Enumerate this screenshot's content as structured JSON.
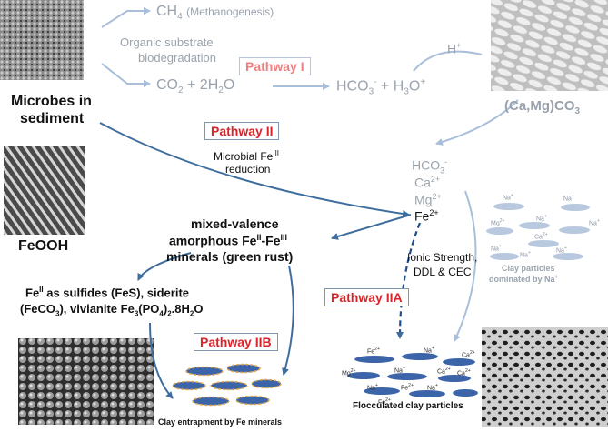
{
  "pathways": {
    "p1": "Pathway I",
    "p2": "Pathway II",
    "p2a": "Pathway IIA",
    "p2b": "Pathway IIB"
  },
  "labels": {
    "methanogenesis_ch": "CH",
    "methanogenesis_sub": "4",
    "methanogenesis_text": "(Methanogenesis)",
    "organic_line1": "Organic substrate",
    "organic_line2": "biodegradation",
    "co2_eq": "CO",
    "co2_sub": "2",
    "co2_rest": "+ 2H",
    "h2o_sub": "2",
    "h2o_end": "O",
    "hco3": "HCO",
    "hco3_sub": "3",
    "hco3_sup": "-",
    "h3o": "+ H",
    "h3o_sub": "3",
    "h3o_end": "O",
    "h3o_sup": "+",
    "h_plus": "H",
    "h_plus_sup": "+",
    "camg": "(Ca,Mg)CO",
    "camg_sub": "3",
    "microbes_line1": "Microbes in",
    "microbes_line2": "sediment",
    "fe_red_line1": "Microbial Fe",
    "fe_red_sup": "III",
    "fe_red_line2": "reduction",
    "ion_hco3": "HCO",
    "ion_hco3_sub": "3",
    "ion_hco3_sup": "-",
    "ion_ca": "Ca",
    "ion_ca_sup": "2+",
    "ion_mg": "Mg",
    "ion_mg_sup": "2+",
    "ion_fe": "Fe",
    "ion_fe_sup": "2+",
    "feooh": "FeOOH",
    "mixed_line1": "mixed-valence",
    "mixed_line2a": "amorphous Fe",
    "mixed_sup1": "II",
    "mixed_line2b": "-Fe",
    "mixed_sup2": "III",
    "mixed_line3": "minerals (green rust)",
    "ionic_line1": "Ionic Strength,",
    "ionic_line2": "DDL & CEC",
    "clay_na_line1": "Clay particles",
    "clay_na_line2": "dominated by Na",
    "clay_na_sup": "+",
    "fe2_line1a": "Fe",
    "fe2_line1sup": "II",
    "fe2_line1b": " as sulfides (FeS), siderite",
    "fe2_line2a": "(FeCO",
    "fe2_line2sub": "3",
    "fe2_line2b": "), vivianite Fe",
    "fe2_line2sub2": "3",
    "fe2_line2c": "(PO",
    "fe2_line2sub3": "4",
    "fe2_line2d": ")",
    "fe2_line2sub4": "2",
    "fe2_line2e": ".8H",
    "fe2_line2sub5": "2",
    "fe2_line2f": "O",
    "flocculated": "Flocculated clay particles",
    "entrapment": "Clay entrapment by Fe minerals"
  },
  "na_cluster_ions": [
    "Na+",
    "Na+",
    "Mg2+",
    "Na+",
    "Ca2+",
    "Na+",
    "Na+",
    "Na+",
    "Na+"
  ],
  "floc_ions": [
    "Fe2+",
    "Na+",
    "Ca2+",
    "Mg2+",
    "Na+",
    "Ca2+",
    "Ca2+",
    "Na+",
    "Fe2+",
    "Na+",
    "Fe2+"
  ],
  "colors": {
    "accent_red": "#d8252b",
    "arrow_dark": "#3f6e9e",
    "arrow_light": "#a9bfd9",
    "clay_blue": "#3c64a8",
    "clay_gray": "#b8c8de",
    "text_gray": "#9aa3ad"
  }
}
